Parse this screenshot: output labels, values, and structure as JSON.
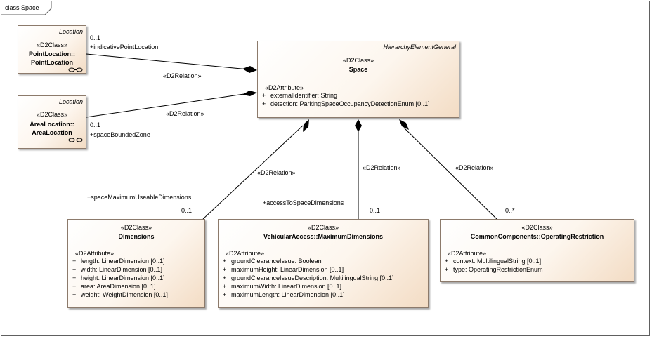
{
  "frame": {
    "title": "class Space"
  },
  "classes": {
    "space": {
      "parent": "HierarchyElementGeneral",
      "stereotype": "«D2Class»",
      "name": "Space",
      "attr_stereotype": "«D2Attribute»",
      "attributes": [
        {
          "vis": "+",
          "text": "externalIdentifier: String"
        },
        {
          "vis": "+",
          "text": "detection: ParkingSpaceOccupancyDetectionEnum [0..1]"
        }
      ]
    },
    "point_location": {
      "parent": "Location",
      "stereotype": "«D2Class»",
      "name_line1": "PointLocation::",
      "name_line2": "PointLocation"
    },
    "area_location": {
      "parent": "Location",
      "stereotype": "«D2Class»",
      "name_line1": "AreaLocation::",
      "name_line2": "AreaLocation"
    },
    "dimensions": {
      "stereotype": "«D2Class»",
      "name": "Dimensions",
      "attr_stereotype": "«D2Attribute»",
      "attributes": [
        {
          "vis": "+",
          "text": "length: LinearDimension [0..1]"
        },
        {
          "vis": "+",
          "text": "width: LinearDimension [0..1]"
        },
        {
          "vis": "+",
          "text": "height: LinearDimension [0..1]"
        },
        {
          "vis": "+",
          "text": "area: AreaDimension [0..1]"
        },
        {
          "vis": "+",
          "text": "weight: WeightDimension [0..1]"
        }
      ]
    },
    "max_dimensions": {
      "stereotype": "«D2Class»",
      "name": "VehicularAccess::MaximumDimensions",
      "attr_stereotype": "«D2Attribute»",
      "attributes": [
        {
          "vis": "+",
          "text": "groundClearanceIssue: Boolean"
        },
        {
          "vis": "+",
          "text": "maximumHeight: LinearDimension [0..1]"
        },
        {
          "vis": "+",
          "text": "groundClearanceIssueDescription: MultilingualString [0..1]"
        },
        {
          "vis": "+",
          "text": "maximumWidth: LinearDimension [0..1]"
        },
        {
          "vis": "+",
          "text": "maximumLength: LinearDimension [0..1]"
        }
      ]
    },
    "operating_restriction": {
      "stereotype": "«D2Class»",
      "name": "CommonComponents::OperatingRestriction",
      "attr_stereotype": "«D2Attribute»",
      "attributes": [
        {
          "vis": "+",
          "text": "context: MultilingualString [0..1]"
        },
        {
          "vis": "+",
          "text": "type: OperatingRestrictionEnum"
        }
      ]
    }
  },
  "relations": {
    "point": {
      "stereotype": "«D2Relation»",
      "multiplicity": "0..1",
      "role": "+indicativePointLocation"
    },
    "area": {
      "stereotype": "«D2Relation»",
      "multiplicity": "0..1",
      "role": "+spaceBoundedZone"
    },
    "dimensions": {
      "stereotype": "«D2Relation»",
      "multiplicity": "0..1",
      "role": "+spaceMaximumUseableDimensions"
    },
    "max_dimensions": {
      "stereotype": "«D2Relation»",
      "multiplicity": "0..1",
      "role": "+accessToSpaceDimensions"
    },
    "operating": {
      "stereotype": "«D2Relation»",
      "multiplicity": "0..*"
    }
  },
  "colors": {
    "class_border": "#8c7a6b",
    "class_fill_end": "#f3dcc4"
  },
  "icons": [
    "composition-diamond",
    "link-icon"
  ]
}
